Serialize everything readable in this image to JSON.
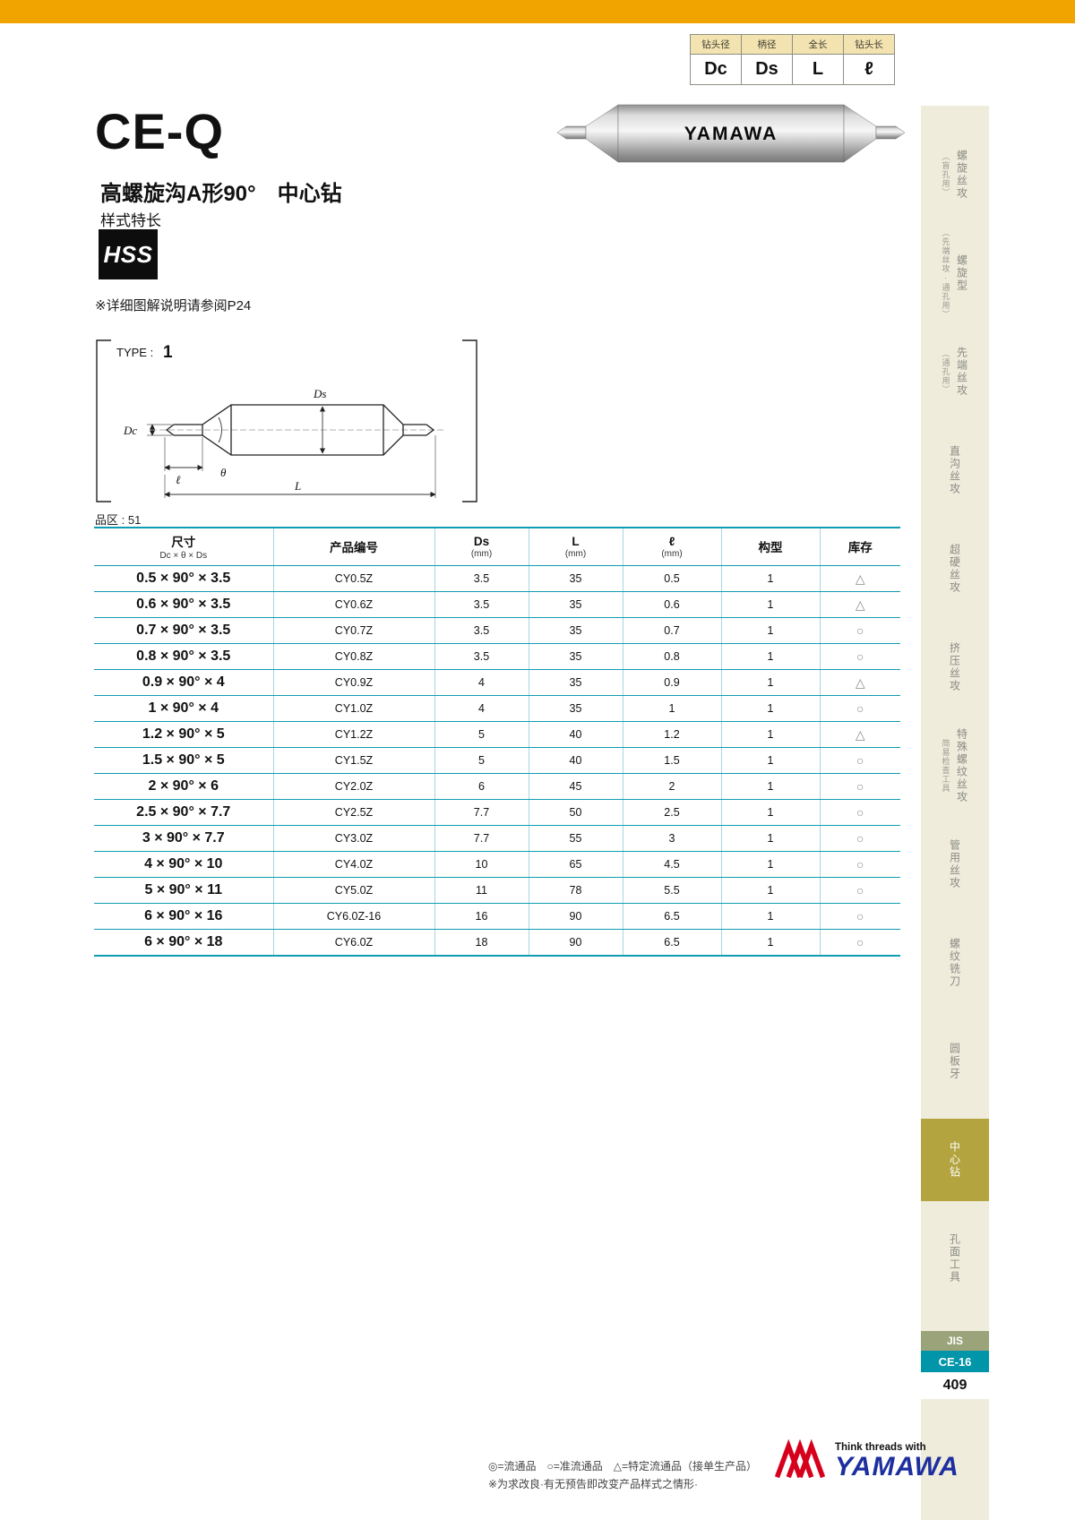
{
  "colors": {
    "top_bar": "#f1a400",
    "table_line": "#0f9db2",
    "sidebar_bg": "#efecdc",
    "active_tab": "#b3a43f",
    "section_teal": "#0095a8",
    "brand_blue": "#1d2f9e",
    "logo_red": "#d6001c"
  },
  "dim_legend": {
    "headers": [
      "钻头径",
      "柄径",
      "全长",
      "钻头长"
    ],
    "values": [
      "Dc",
      "Ds",
      "L",
      "ℓ"
    ]
  },
  "photo": {
    "brand": "YAMAWA"
  },
  "title": {
    "product": "CE-Q",
    "subtitle": "高螺旋沟A形90°　中心钻",
    "style_note": "样式特长",
    "material": "HSS",
    "ref_note": "※详细图解说明请参阅P24"
  },
  "diagram": {
    "type_prefix": "TYPE : ",
    "type_value": "1",
    "label_ds": "Ds",
    "label_dc": "Dc",
    "label_ell": "ℓ",
    "label_theta": "θ",
    "label_len": "L"
  },
  "series": {
    "label": "品区 : 51"
  },
  "table": {
    "headers": {
      "size": "尺寸",
      "size_sub": "Dc × θ × Ds",
      "code": "产品编号",
      "ds": "Ds",
      "ds_unit": "(mm)",
      "l": "L",
      "l_unit": "(mm)",
      "ell": "ℓ",
      "ell_unit": "(mm)",
      "config": "构型",
      "stock": "库存"
    },
    "rows": [
      {
        "size": "0.5 × 90° × 3.5",
        "code": "CY0.5Z",
        "ds": "3.5",
        "l": "35",
        "ell": "0.5",
        "config": "1",
        "stock": "△"
      },
      {
        "size": "0.6 × 90° × 3.5",
        "code": "CY0.6Z",
        "ds": "3.5",
        "l": "35",
        "ell": "0.6",
        "config": "1",
        "stock": "△"
      },
      {
        "size": "0.7 × 90° × 3.5",
        "code": "CY0.7Z",
        "ds": "3.5",
        "l": "35",
        "ell": "0.7",
        "config": "1",
        "stock": "○"
      },
      {
        "size": "0.8 × 90° × 3.5",
        "code": "CY0.8Z",
        "ds": "3.5",
        "l": "35",
        "ell": "0.8",
        "config": "1",
        "stock": "○"
      },
      {
        "size": "0.9 × 90° × 4",
        "code": "CY0.9Z",
        "ds": "4",
        "l": "35",
        "ell": "0.9",
        "config": "1",
        "stock": "△"
      },
      {
        "size": "1 × 90° × 4",
        "code": "CY1.0Z",
        "ds": "4",
        "l": "35",
        "ell": "1",
        "config": "1",
        "stock": "○"
      },
      {
        "size": "1.2 × 90° × 5",
        "code": "CY1.2Z",
        "ds": "5",
        "l": "40",
        "ell": "1.2",
        "config": "1",
        "stock": "△"
      },
      {
        "size": "1.5 × 90° × 5",
        "code": "CY1.5Z",
        "ds": "5",
        "l": "40",
        "ell": "1.5",
        "config": "1",
        "stock": "○"
      },
      {
        "size": "2 × 90° × 6",
        "code": "CY2.0Z",
        "ds": "6",
        "l": "45",
        "ell": "2",
        "config": "1",
        "stock": "○"
      },
      {
        "size": "2.5 × 90° × 7.7",
        "code": "CY2.5Z",
        "ds": "7.7",
        "l": "50",
        "ell": "2.5",
        "config": "1",
        "stock": "○"
      },
      {
        "size": "3 × 90° × 7.7",
        "code": "CY3.0Z",
        "ds": "7.7",
        "l": "55",
        "ell": "3",
        "config": "1",
        "stock": "○"
      },
      {
        "size": "4 × 90° × 10",
        "code": "CY4.0Z",
        "ds": "10",
        "l": "65",
        "ell": "4.5",
        "config": "1",
        "stock": "○"
      },
      {
        "size": "5 × 90° × 11",
        "code": "CY5.0Z",
        "ds": "11",
        "l": "78",
        "ell": "5.5",
        "config": "1",
        "stock": "○"
      },
      {
        "size": "6 × 90° × 16",
        "code": "CY6.0Z-16",
        "ds": "16",
        "l": "90",
        "ell": "6.5",
        "config": "1",
        "stock": "○"
      },
      {
        "size": "6 × 90° × 18",
        "code": "CY6.0Z",
        "ds": "18",
        "l": "90",
        "ell": "6.5",
        "config": "1",
        "stock": "○"
      }
    ]
  },
  "sidebar": {
    "items": [
      {
        "main": "螺旋丝攻",
        "sub": "（盲孔用）"
      },
      {
        "main": "螺旋型",
        "sub": "（先端丝攻·通孔用）"
      },
      {
        "main": "先端丝攻",
        "sub": "（通孔用）"
      },
      {
        "main": "直沟丝攻"
      },
      {
        "main": "超硬丝攻"
      },
      {
        "main": "挤压丝攻"
      },
      {
        "main": "特殊螺纹丝攻",
        "sub": "简易检查工具"
      },
      {
        "main": "管用丝攻"
      },
      {
        "main": "螺纹铣刀"
      },
      {
        "main": "圆板牙"
      },
      {
        "main": "中心钻",
        "active": true
      },
      {
        "main": "孔面工具"
      }
    ]
  },
  "jis": {
    "label": "JIS",
    "code": "CE-16",
    "page": "409"
  },
  "footer": {
    "legend": "◎=流通品　○=准流通品　△=特定流通品（接单生产品）",
    "disclaimer": "※为求改良·有无预告即改变产品样式之情形·",
    "tagline": "Think threads with",
    "brand": "YAMAWA"
  }
}
